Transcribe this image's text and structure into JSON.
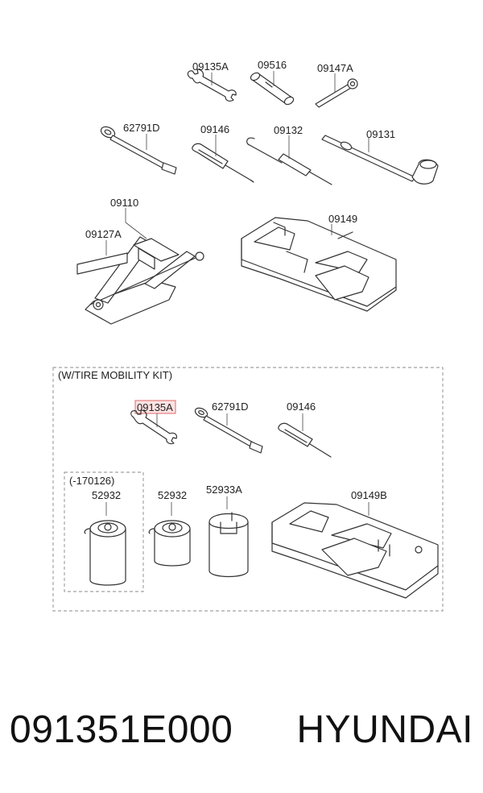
{
  "labels": {
    "p09135A": "09135A",
    "p09516": "09516",
    "p09147A": "09147A",
    "p62791D": "62791D",
    "p09146": "09146",
    "p09132": "09132",
    "p09131": "09131",
    "p09110": "09110",
    "p09127A": "09127A",
    "p09149": "09149"
  },
  "kit": {
    "title": "(W/TIRE MOBILITY KIT)",
    "p09135A": "09135A",
    "p62791D": "62791D",
    "p09146": "09146",
    "sub_title": "(-170126)",
    "p52932a": "52932",
    "p52932b": "52932",
    "p52933A": "52933A",
    "p09149B": "09149B"
  },
  "highlight_color": "#e06a6a",
  "footer": {
    "part_number": "091351E000",
    "brand": "HYUNDAI"
  }
}
